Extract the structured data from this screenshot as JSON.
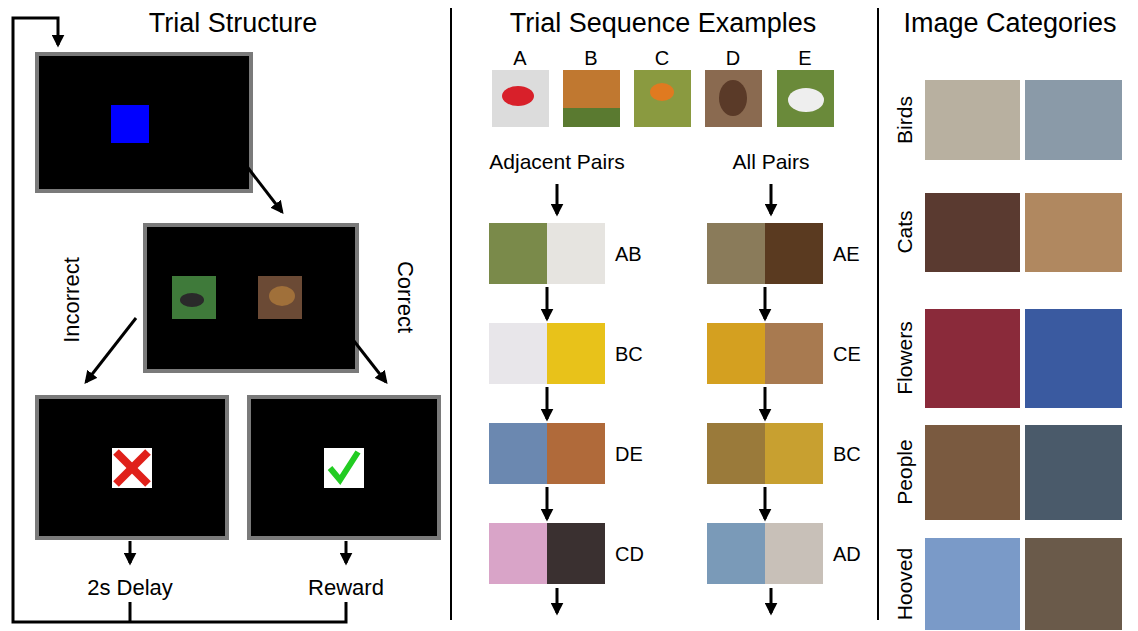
{
  "diagram": {
    "nodes": [
      {
        "text": [
          "AB"
        ]
      },
      {
        "text": [
          "BC"
        ]
      },
      {
        "text": [
          "DE"
        ]
      },
      {
        "text": [
          "CD"
        ]
      },
      {
        "text": [
          "AE"
        ]
      },
      {
        "text": [
          "CE"
        ]
      },
      {
        "text": [
          "BC"
        ]
      },
      {
        "text": [
          "AD"
        ]
      }
    ],
    "edges": [
      {
        "from": 0,
        "to": 1,
        "arrow": "to"
      },
      {
        "from": 1,
        "to": 2,
        "arrow": "to"
      },
      {
        "from": 2,
        "to": 3,
        "arrow": "to"
      },
      {
        "from": 4,
        "to": 5,
        "arrow": "to"
      },
      {
        "from": 5,
        "to": 6,
        "arrow": "to"
      },
      {
        "from": 6,
        "to": 7,
        "arrow": "to"
      }
    ],
    "labels": [
      "Trial Structure",
      "Incorrect",
      "Correct",
      "2s Delay",
      "Reward",
      "Trial Sequence Examples",
      "A",
      "B",
      "C",
      "D",
      "E",
      "Adjacent Pairs",
      "All Pairs",
      "Image Categories",
      "Birds",
      "Cats",
      "Flowers",
      "People",
      "Hooved"
    ]
  }
}
